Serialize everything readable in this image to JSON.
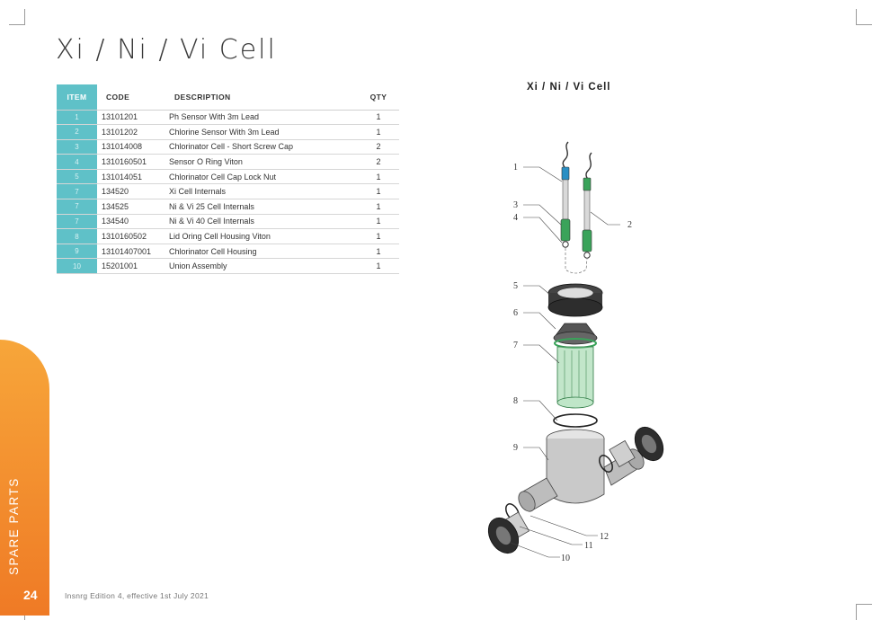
{
  "page": {
    "title": "Xi / Ni / Vi Cell",
    "side_label": "SPARE PARTS",
    "page_number": "24",
    "footer": "Insnrg Edition 4, effective 1st July 2021"
  },
  "table": {
    "headers": {
      "item": "ITEM",
      "code": "CODE",
      "description": "DESCRIPTION",
      "qty": "QTY"
    },
    "rows": [
      {
        "item": "1",
        "code": "13101201",
        "description": "Ph Sensor With 3m Lead",
        "qty": "1"
      },
      {
        "item": "2",
        "code": "13101202",
        "description": "Chlorine Sensor With 3m Lead",
        "qty": "1"
      },
      {
        "item": "3",
        "code": "131014008",
        "description": "Chlorinator Cell - Short Screw Cap",
        "qty": "2"
      },
      {
        "item": "4",
        "code": "1310160501",
        "description": "Sensor O Ring Viton",
        "qty": "2"
      },
      {
        "item": "5",
        "code": "131014051",
        "description": "Chlorinator Cell Cap Lock Nut",
        "qty": "1"
      },
      {
        "item": "7",
        "code": "134520",
        "description": "Xi Cell Internals",
        "qty": "1"
      },
      {
        "item": "7",
        "code": "134525",
        "description": "Ni & Vi 25 Cell Internals",
        "qty": "1"
      },
      {
        "item": "7",
        "code": "134540",
        "description": "Ni & Vi 40 Cell Internals",
        "qty": "1"
      },
      {
        "item": "8",
        "code": "1310160502",
        "description": "Lid Oring Cell Housing Viton",
        "qty": "1"
      },
      {
        "item": "9",
        "code": "13101407001",
        "description": "Chlorinator Cell Housing",
        "qty": "1"
      },
      {
        "item": "10",
        "code": "15201001",
        "description": "Union Assembly",
        "qty": "1"
      }
    ]
  },
  "diagram": {
    "title": "Xi / Ni / Vi Cell",
    "callouts": [
      "1",
      "2",
      "3",
      "4",
      "5",
      "6",
      "7",
      "8",
      "9",
      "10",
      "11",
      "12"
    ]
  },
  "colors": {
    "teal": "#5fc1c8",
    "orange": "#f39432",
    "sensor_green": "#3aa35a",
    "sensor_blue": "#2a8fc4"
  }
}
